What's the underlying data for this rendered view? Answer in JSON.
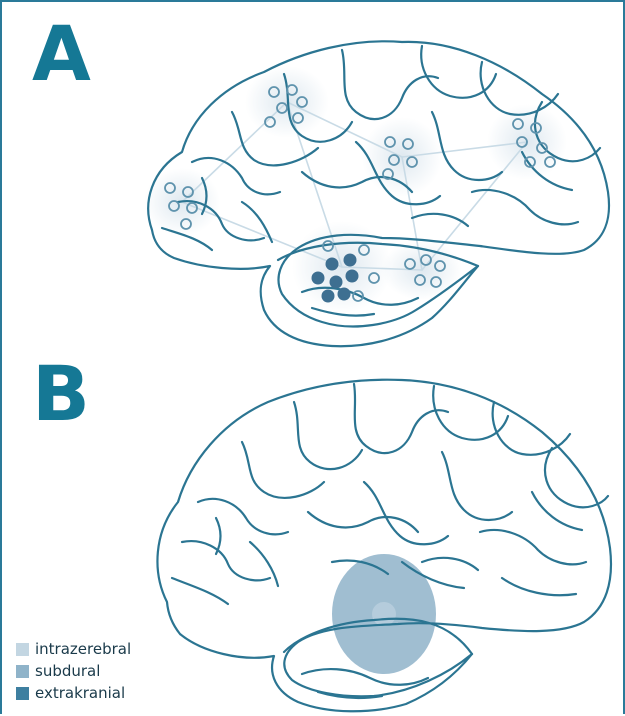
{
  "panels": [
    {
      "letter": "A"
    },
    {
      "letter": "B"
    }
  ],
  "legend": [
    {
      "label": "intrazerebral",
      "color": "#c3d6e2"
    },
    {
      "label": "subdural",
      "color": "#8fb3c9"
    },
    {
      "label": "extrakranial",
      "color": "#3e7fa0"
    }
  ],
  "colors": {
    "frame": "#2a7a99",
    "brain_outline": "#2b7592",
    "accent": "#157895"
  }
}
